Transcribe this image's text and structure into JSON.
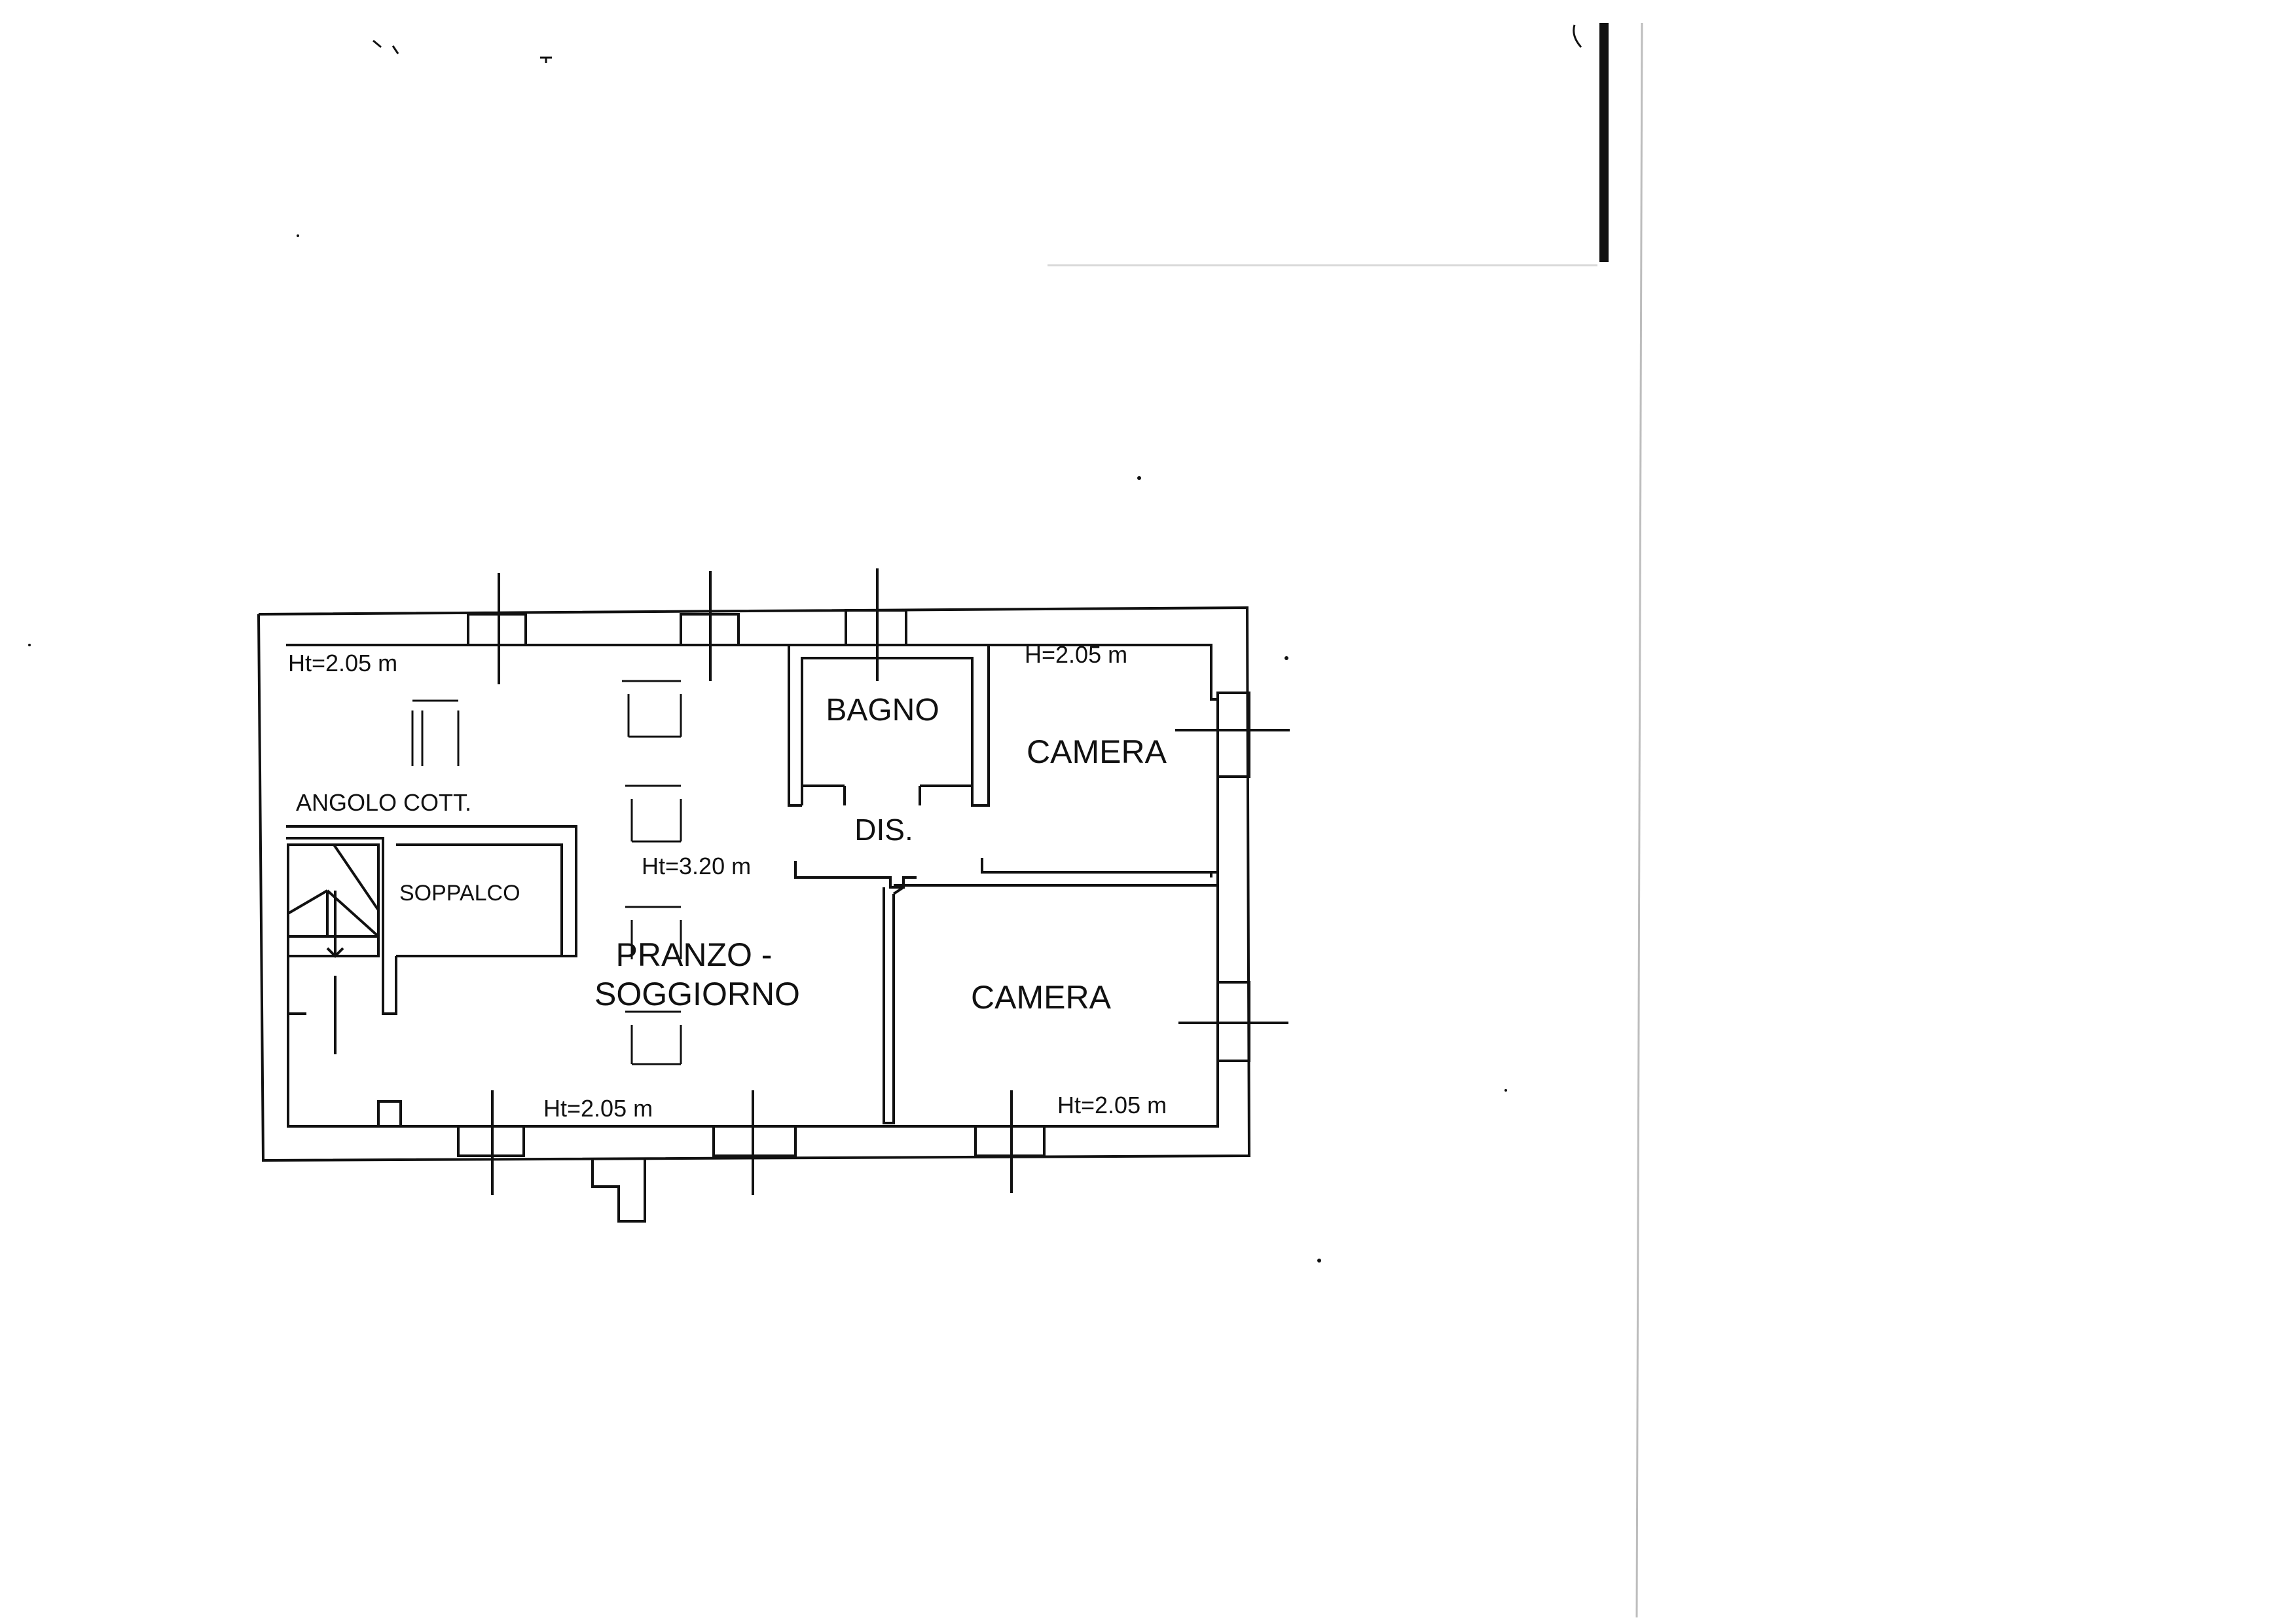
{
  "rooms": {
    "bagno": "BAGNO",
    "camera_top": "CAMERA",
    "camera_bottom": "CAMERA",
    "dis": "DIS.",
    "angolo_cott": "ANGOLO COTT.",
    "soppalco": "SOPPALCO",
    "pranzo_line1": "PRANZO -",
    "pranzo_line2": "SOGGIORNO"
  },
  "heights": {
    "top_left": "Ht=2.05 m",
    "top_right": "H=2.05 m",
    "center": "Ht=3.20 m",
    "bottom_center": "Ht=2.05 m",
    "bottom_right": "Ht=2.05 m"
  },
  "colors": {
    "ink": "#111111",
    "paper": "#ffffff",
    "margin_line": "#bdbdbd"
  }
}
